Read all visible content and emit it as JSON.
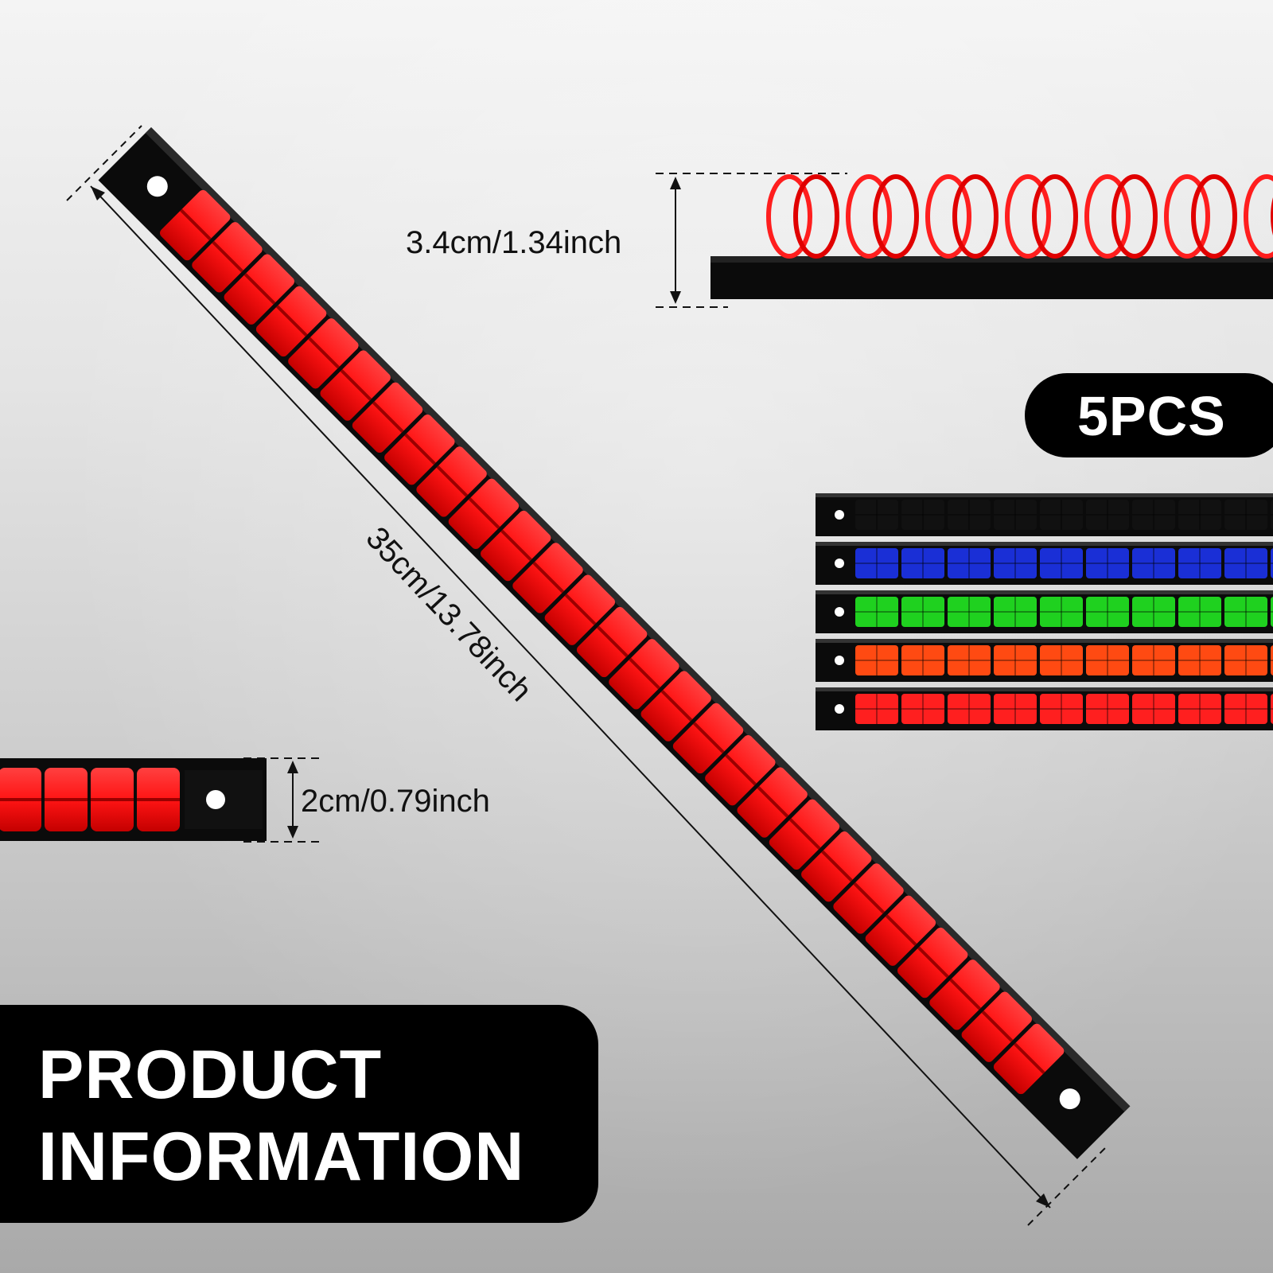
{
  "badge": {
    "label": "5PCS"
  },
  "title": {
    "line1": "PRODUCT",
    "line2": "INFORMATION"
  },
  "dimensions": {
    "height": "3.4cm/1.34inch",
    "length": "35cm/13.78inch",
    "width": "2cm/0.79inch"
  },
  "colors": {
    "rail": "#0b0b0b",
    "variants": [
      "#111111",
      "#1a2fd6",
      "#1fd11f",
      "#ff4a12",
      "#ff1f1f"
    ],
    "clip_red": "#ff1a1a"
  },
  "icons": [
    "mounting-hole-icon"
  ]
}
